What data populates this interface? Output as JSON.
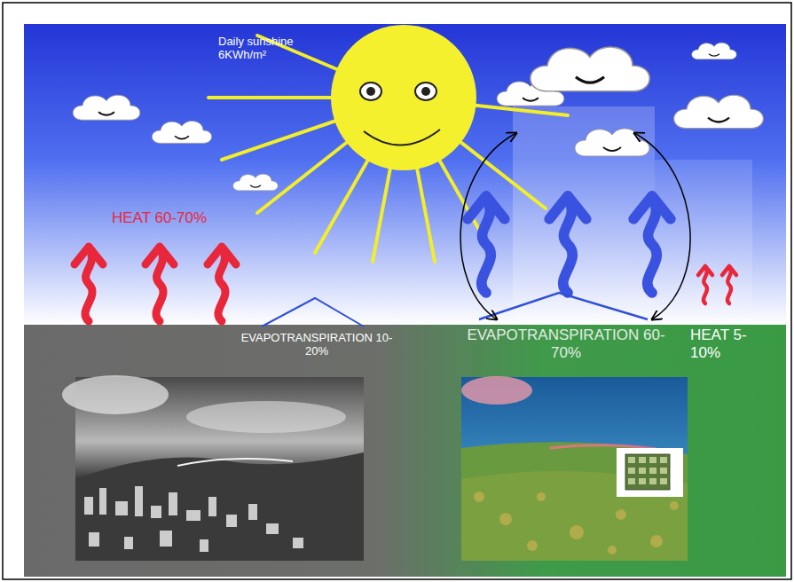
{
  "diagram": {
    "labels": [
      "Daily sunshine 6KWh/m²",
      "HEAT 60-70%",
      "EVAPOTRANSPIRATION 10-20%",
      "EVAPOTRANSPIRATION 60-70%",
      "HEAT 5-10%"
    ]
  }
}
